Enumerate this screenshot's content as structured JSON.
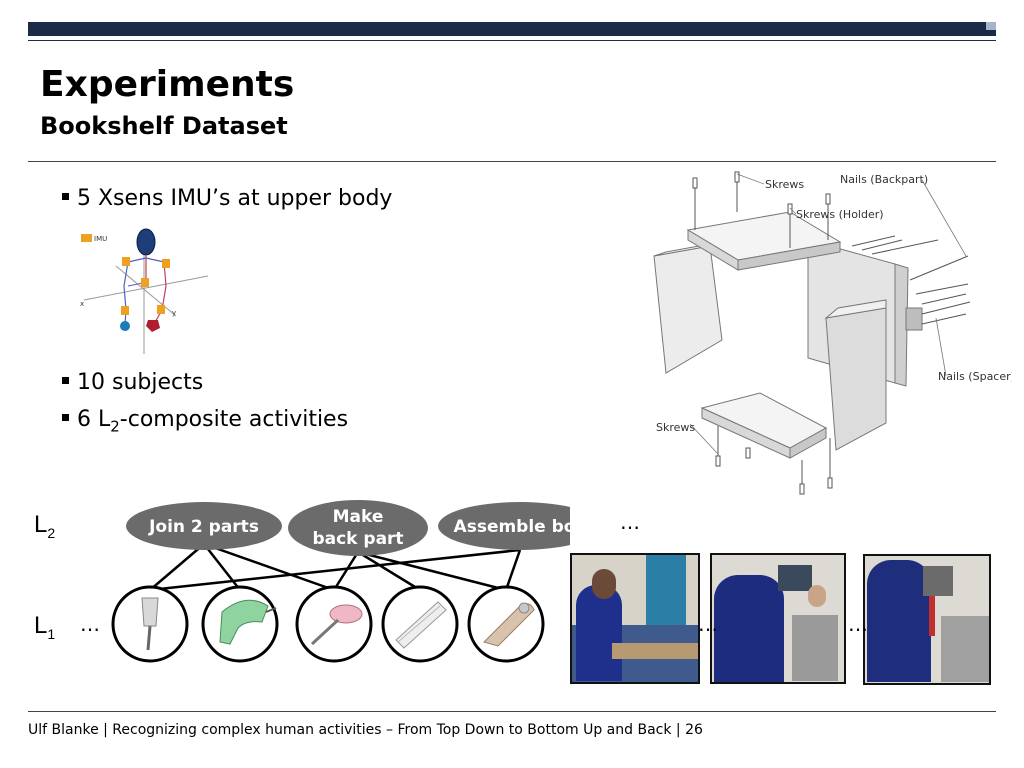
{
  "slide": {
    "title": "Experiments",
    "subtitle": "Bookshelf Dataset",
    "bullets": [
      {
        "text": "5 Xsens IMU’s at upper body"
      },
      {
        "text": "10 subjects"
      },
      {
        "pre": "6 L",
        "sub": "2",
        "post": "-composite activities"
      }
    ],
    "footer": "Ulf Blanke | Recognizing complex human activities – From Top Down to Bottom Up and Back | 26"
  },
  "imu_figure": {
    "legend_label": "IMU",
    "axis_x": "x",
    "axis_y": "y"
  },
  "bookshelf_diagram": {
    "labels": [
      "Skrews",
      "Nails (Backpart)",
      "Skrews (Holder)",
      "Nails (Spacer)",
      "Skrews"
    ]
  },
  "hierarchy": {
    "level2": {
      "letter": "L",
      "sub": "2"
    },
    "level1": {
      "letter": "L",
      "sub": "1"
    },
    "ellipsis": "…",
    "activities": [
      {
        "line1": "Join 2 parts",
        "line2": ""
      },
      {
        "line1": "Make",
        "line2": "back part"
      },
      {
        "line1": "Assemble box",
        "line2": ""
      }
    ],
    "tool_icons": [
      "screwdriver-icon",
      "power-drill-icon",
      "hammer-icon",
      "saw-icon",
      "wrench-icon"
    ]
  },
  "colors": {
    "header_bar": "#1b2a47",
    "pill": "#6b6b6b",
    "imu_orange": "#f0a020"
  }
}
